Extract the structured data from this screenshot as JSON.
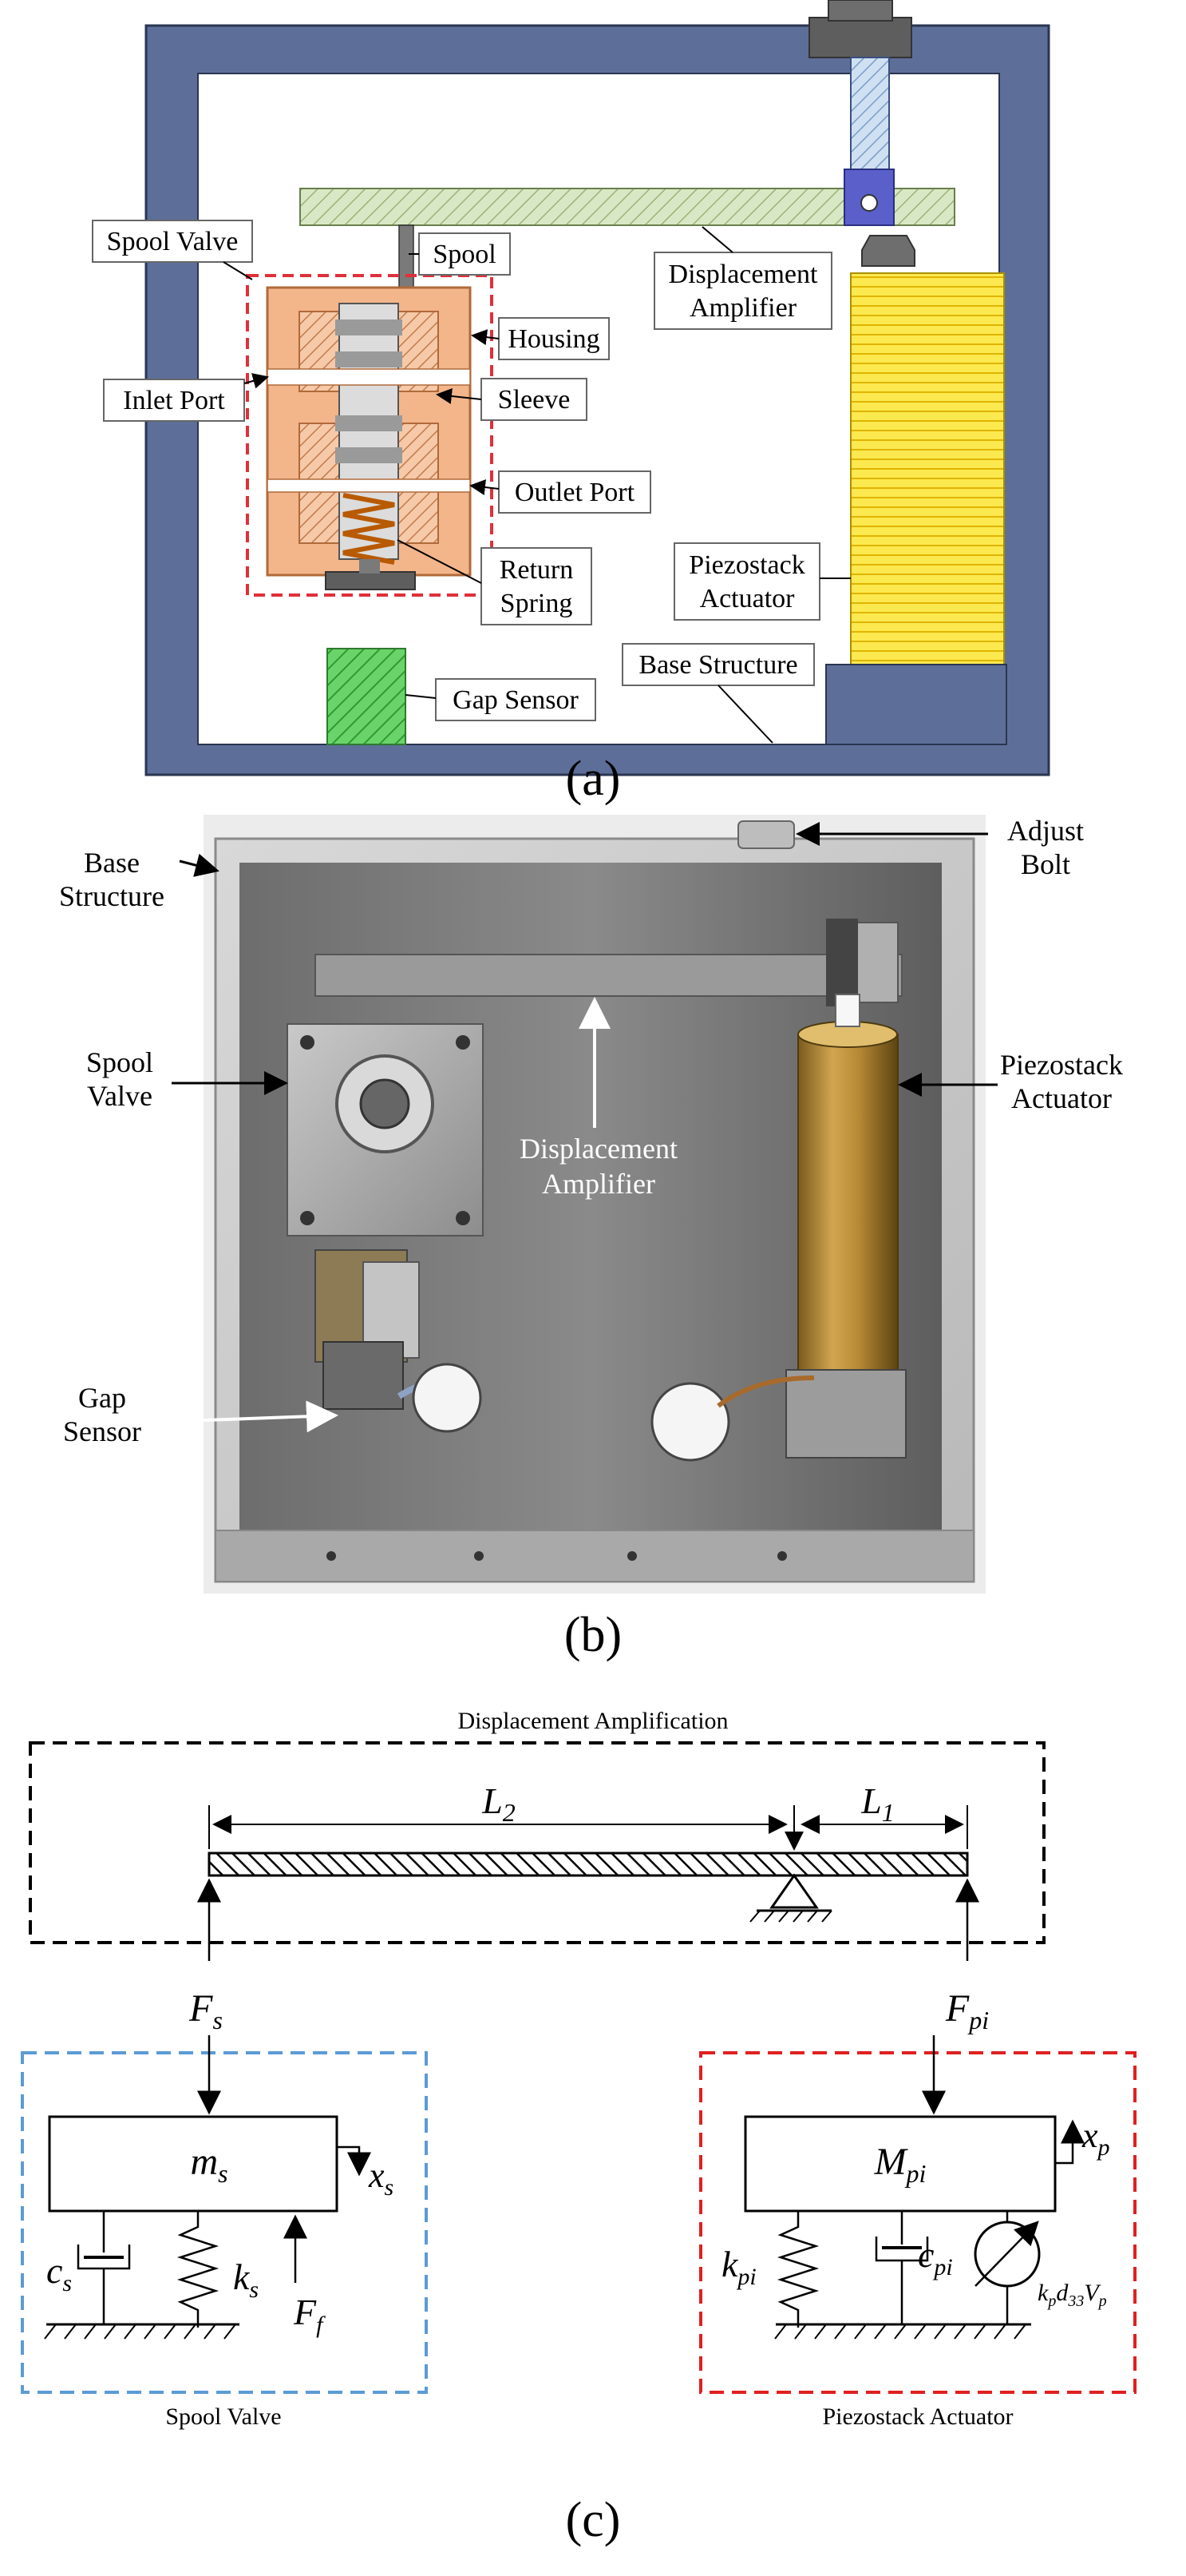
{
  "panel_a": {
    "caption": "(a)",
    "labels": {
      "spool_valve": "Spool Valve",
      "spool": "Spool",
      "housing": "Housing",
      "inlet_port": "Inlet Port",
      "sleeve": "Sleeve",
      "outlet_port": "Outlet Port",
      "return_spring_1": "Return",
      "return_spring_2": "Spring",
      "gap_sensor": "Gap Sensor",
      "displacement_amplifier_1": "Displacement",
      "displacement_amplifier_2": "Amplifier",
      "piezostack_actuator_1": "Piezostack",
      "piezostack_actuator_2": "Actuator",
      "base_structure": "Base Structure"
    },
    "colors": {
      "frame": "#5d6f99",
      "amplifier": "#d9e8c4",
      "housing": "#f3b58a",
      "actuator": "#fce94f",
      "sensor": "#6ad46a",
      "bolt": "#5e5e5e",
      "valve_outline": "#e0303a"
    }
  },
  "panel_b": {
    "caption": "(b)",
    "labels": {
      "base_structure_1": "Base",
      "base_structure_2": "Structure",
      "adjust_bolt_1": "Adjust",
      "adjust_bolt_2": "Bolt",
      "spool_valve_1": "Spool",
      "spool_valve_2": "Valve",
      "displacement_amplifier_1": "Displacement",
      "displacement_amplifier_2": "Amplifier",
      "piezostack_actuator_1": "Piezostack",
      "piezostack_actuator_2": "Actuator",
      "gap_sensor_1": "Gap",
      "gap_sensor_2": "Sensor"
    }
  },
  "panel_c": {
    "caption": "(c)",
    "title": "Displacement Amplification",
    "spool_box_label": "Spool Valve",
    "piezo_box_label": "Piezostack Actuator",
    "colors": {
      "amplification_box": "#000000",
      "spool_box": "#5b9bd5",
      "piezo_box": "#e02020"
    }
  }
}
